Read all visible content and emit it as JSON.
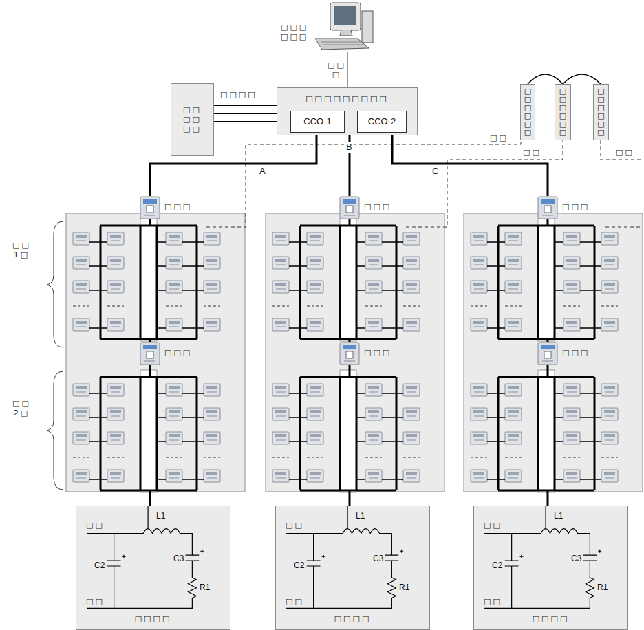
{
  "diagram": {
    "nodes": [
      {
        "text": [
          "□□□□□□□□□"
        ]
      },
      {
        "text": [
          "CCO-1"
        ],
        "in": 0
      },
      {
        "text": [
          "CCO-2"
        ],
        "in": 0
      },
      {
        "text": [
          "□□ □□ □□"
        ]
      },
      {
        "text": [
          "□□□□□□"
        ]
      },
      {
        "text": [
          "□□□□□□"
        ]
      },
      {
        "text": [
          "□□□□□□"
        ]
      },
      {
        "text": [
          "□□□"
        ]
      },
      {
        "text": [
          "□□□"
        ]
      },
      {
        "text": [
          "□□□"
        ]
      },
      {
        "text": [
          "□□□"
        ]
      },
      {
        "text": [
          "□□□"
        ]
      },
      {
        "text": [
          "□□□"
        ]
      },
      {
        "text": [
          "□□□□"
        ]
      },
      {
        "text": [
          "□□□□"
        ]
      },
      {
        "text": [
          "□□□□"
        ]
      }
    ],
    "edges": [
      {
        "from": 0,
        "to": 7,
        "arrow": "none",
        "label": "A"
      },
      {
        "from": 0,
        "to": 8,
        "arrow": "none",
        "label": "B"
      },
      {
        "from": 0,
        "to": 9,
        "arrow": "none",
        "label": "C"
      },
      {
        "from": 3,
        "to": 0,
        "arrow": "none",
        "label": "□□□□"
      },
      {
        "from": 3,
        "to": 0,
        "arrow": "none"
      },
      {
        "from": 3,
        "to": 0,
        "arrow": "none"
      },
      {
        "from": 4,
        "to": 5,
        "arrow": "none"
      },
      {
        "from": 5,
        "to": 6,
        "arrow": "none"
      }
    ],
    "labels": [
      "□□□ □□□",
      "□□ □",
      "□□",
      "□□",
      "□□",
      "□□ 1□",
      "□□ 2□",
      "L1",
      "C2",
      "C3",
      "R1",
      "□□",
      "□□",
      "L1",
      "C2",
      "C3",
      "R1",
      "□□",
      "□□",
      "L1",
      "C2",
      "C3",
      "R1",
      "□□",
      "□□"
    ]
  }
}
